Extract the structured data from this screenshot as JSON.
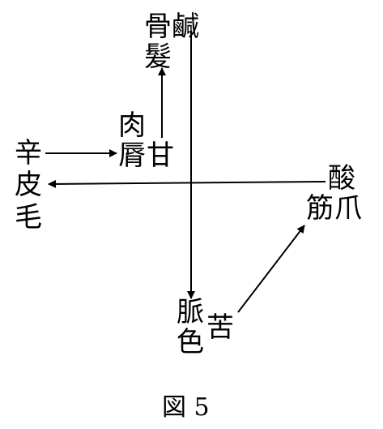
{
  "labels": {
    "bone": "骨",
    "salty": "鹹",
    "hair": "髮",
    "flesh": "肉",
    "lips": "脣",
    "sweet": "甘",
    "pungent": "辛",
    "skin": "皮",
    "fur": "毛",
    "sour": "酸",
    "sinew": "筋",
    "nails": "爪",
    "pulse": "脈",
    "color": "色",
    "bitter": "苦"
  },
  "caption": "図 5"
}
